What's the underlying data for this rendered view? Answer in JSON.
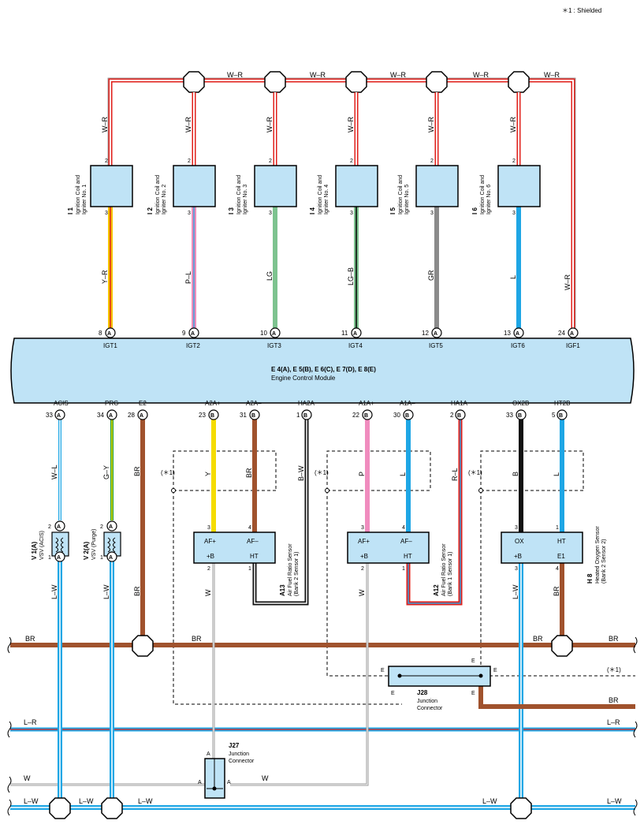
{
  "note": "＊1 : Shielded",
  "ecm": {
    "code": "E 4(A), E 5(B), E 6(C), E 7(D), E 8(E)",
    "name": "Engine Control Module",
    "top_pins": [
      {
        "pin": "8",
        "conn": "A",
        "name": "IGT1"
      },
      {
        "pin": "9",
        "conn": "A",
        "name": "IGT2"
      },
      {
        "pin": "10",
        "conn": "A",
        "name": "IGT3"
      },
      {
        "pin": "11",
        "conn": "A",
        "name": "IGT4"
      },
      {
        "pin": "12",
        "conn": "A",
        "name": "IGT5"
      },
      {
        "pin": "13",
        "conn": "A",
        "name": "IGT6"
      },
      {
        "pin": "24",
        "conn": "A",
        "name": "IGF1"
      }
    ],
    "bottom_pins": [
      {
        "pin": "33",
        "conn": "A",
        "name": "ACIS"
      },
      {
        "pin": "34",
        "conn": "A",
        "name": "PRG"
      },
      {
        "pin": "28",
        "conn": "A",
        "name": "E2"
      },
      {
        "pin": "23",
        "conn": "B",
        "name": "A2A+"
      },
      {
        "pin": "31",
        "conn": "B",
        "name": "A2A–"
      },
      {
        "pin": "1",
        "conn": "B",
        "name": "HA2A"
      },
      {
        "pin": "22",
        "conn": "B",
        "name": "A1A+"
      },
      {
        "pin": "30",
        "conn": "B",
        "name": "A1A–"
      },
      {
        "pin": "2",
        "conn": "B",
        "name": "HA1A"
      },
      {
        "pin": "33",
        "conn": "B",
        "name": "OX2B"
      },
      {
        "pin": "5",
        "conn": "B",
        "name": "HT2B"
      }
    ]
  },
  "coils": [
    {
      "code": "I 1",
      "name1": "Ignition Coil and",
      "name2": "Igniter No. 1",
      "pin_top": "2",
      "pin_bot": "3",
      "wire_top": "W–R",
      "wire_bot": "Y–R",
      "color": "#f5c400",
      "stripe": "#e0201b"
    },
    {
      "code": "I 2",
      "name1": "Ignition Coil and",
      "name2": "Igniter No. 2",
      "pin_top": "2",
      "pin_bot": "3",
      "wire_top": "W–R",
      "wire_bot": "P–L",
      "color": "#ee8fbb",
      "stripe": "#3a9fdc"
    },
    {
      "code": "I 3",
      "name1": "Ignition Coil and",
      "name2": "Igniter No. 3",
      "pin_top": "2",
      "pin_bot": "3",
      "wire_top": "W–R",
      "wire_bot": "LG",
      "color": "#7dc38f",
      "stripe": ""
    },
    {
      "code": "I 4",
      "name1": "Ignition Coil and",
      "name2": "Igniter No. 4",
      "pin_top": "2",
      "pin_bot": "3",
      "wire_top": "W–R",
      "wire_bot": "LG–B",
      "color": "#7dc38f",
      "stripe": "#000000"
    },
    {
      "code": "I 5",
      "name1": "Ignition Coil and",
      "name2": "Igniter No. 5",
      "pin_top": "2",
      "pin_bot": "3",
      "wire_top": "W–R",
      "wire_bot": "GR",
      "color": "#8a8a8a",
      "stripe": ""
    },
    {
      "code": "I 6",
      "name1": "Ignition Coil and",
      "name2": "Igniter No. 6",
      "pin_top": "2",
      "pin_bot": "3",
      "wire_top": "W–R",
      "wire_bot": "L",
      "color": "#1ea6e5",
      "stripe": ""
    }
  ],
  "igf_wire": "W–R",
  "top_bus_label": "W–R",
  "vsv": [
    {
      "code": "V 1(A)",
      "name": "VSV (ACIS)",
      "pin_top": "2",
      "pin_bot": "1",
      "conn": "A",
      "wire_top": "W–L",
      "wire_bot": "L–W"
    },
    {
      "code": "V 2(A)",
      "name": "VSV (Purge)",
      "pin_top": "2",
      "pin_bot": "1",
      "conn": "A",
      "wire_top": "G–Y",
      "wire_bot": "L–W"
    }
  ],
  "e2_wire": "BR",
  "sensors": [
    {
      "code": "A13",
      "name1": "Air Fuel Ratio Sensor",
      "name2": "(Bank 2 Sensor 1)",
      "p1": "AF+",
      "p2": "AF–",
      "p3": "+B",
      "p4": "HT",
      "n1": "3",
      "n2": "4",
      "n3": "2",
      "n4": "1",
      "w1": "Y",
      "w2": "BR",
      "w3": "W",
      "w4": "B–W"
    },
    {
      "code": "A12",
      "name1": "Air Fuel Ratio Sensor",
      "name2": "(Bank 1 Sensor 1)",
      "p1": "AF+",
      "p2": "AF–",
      "p3": "+B",
      "p4": "HT",
      "n1": "3",
      "n2": "4",
      "n3": "2",
      "n4": "1",
      "w1": "P",
      "w2": "L",
      "w3": "W",
      "w4": "R–L"
    },
    {
      "code": "H 8",
      "name1": "Heated Oxygen Sensor",
      "name2": "(Bank 2 Sensor 2)",
      "p1": "OX",
      "p2": "HT",
      "p3": "+B",
      "p4": "E1",
      "n1": "3",
      "n2": "1",
      "n3": "3",
      "n4": "4",
      "w1": "B",
      "w2": "L",
      "w3": "L–W",
      "w4": "BR"
    }
  ],
  "shield_label": "(＊1)",
  "junctions": {
    "j28": {
      "code": "J28",
      "name1": "Junction",
      "name2": "Connector",
      "pin": "E"
    },
    "j27": {
      "code": "J27",
      "name1": "Junction",
      "name2": "Connector",
      "pin": "A"
    }
  },
  "buses": {
    "br": "BR",
    "lr": "L–R",
    "w": "W",
    "lw": "L–W"
  },
  "colors": {
    "ecm_fill": "#bfe3f6",
    "brown": "#a0522d",
    "blue": "#1ea6e5",
    "red": "#e0201b",
    "yellow": "#f5dc00",
    "pink": "#f08cbe",
    "green": "#1a9a3a",
    "lg": "#7dc38f",
    "gray": "#8a8a8a",
    "black": "#111111"
  }
}
